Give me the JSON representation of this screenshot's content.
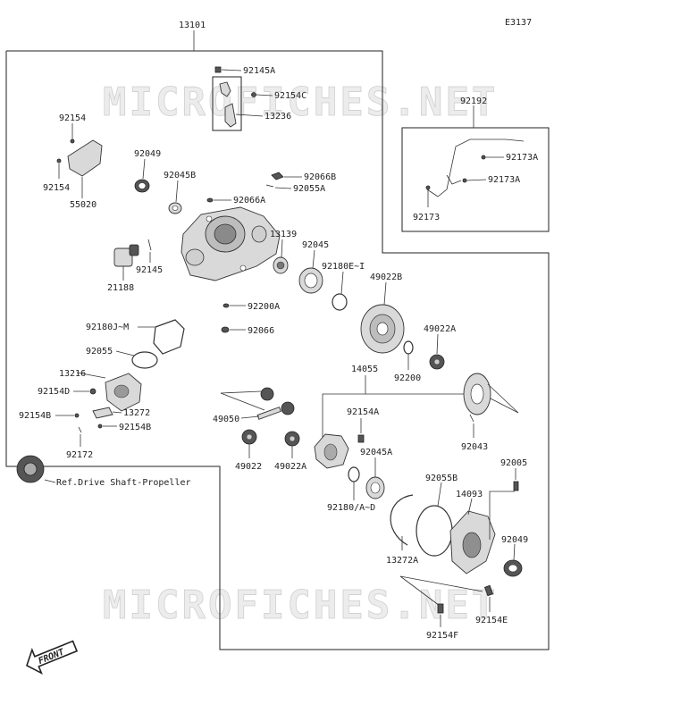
{
  "diagram": {
    "code": "E3137",
    "watermark": "MICROFICHES.NET",
    "reference_note": "Ref.Drive Shaft-Propeller",
    "front_label": "FRONT",
    "parts": {
      "p13101": "13101",
      "p92145A": "92145A",
      "p92154C": "92154C",
      "p13236": "13236",
      "p92154_top": "92154",
      "p92154_side": "92154",
      "p55020": "55020",
      "p92049_top": "92049",
      "p92045B": "92045B",
      "p92066B": "92066B",
      "p92055A": "92055A",
      "p92066A": "92066A",
      "p21188": "21188",
      "p92145": "92145",
      "p13139": "13139",
      "p92045": "92045",
      "p92180EI": "92180E~I",
      "p49022B": "49022B",
      "p92200A": "92200A",
      "p92066": "92066",
      "p92180JM": "92180J~M",
      "p92055": "92055",
      "p13216": "13216",
      "p92154D": "92154D",
      "p13272": "13272",
      "p92154B_left": "92154B",
      "p92154B_right": "92154B",
      "p92172": "92172",
      "p49050": "49050",
      "p49022": "49022",
      "p49022A_low": "49022A",
      "p14055": "14055",
      "p49022A_right": "49022A",
      "p92200": "92200",
      "p92154A": "92154A",
      "p92043": "92043",
      "p92045A": "92045A",
      "p92192": "92192",
      "p92173A_top": "92173A",
      "p92173A_mid": "92173A",
      "p92173": "92173",
      "p92005": "92005",
      "p92055B": "92055B",
      "p14093": "14093",
      "p92180AD": "92180/A~D",
      "p92049_low": "92049",
      "p13272A": "13272A",
      "p92154E": "92154E",
      "p92154F": "92154F"
    }
  }
}
